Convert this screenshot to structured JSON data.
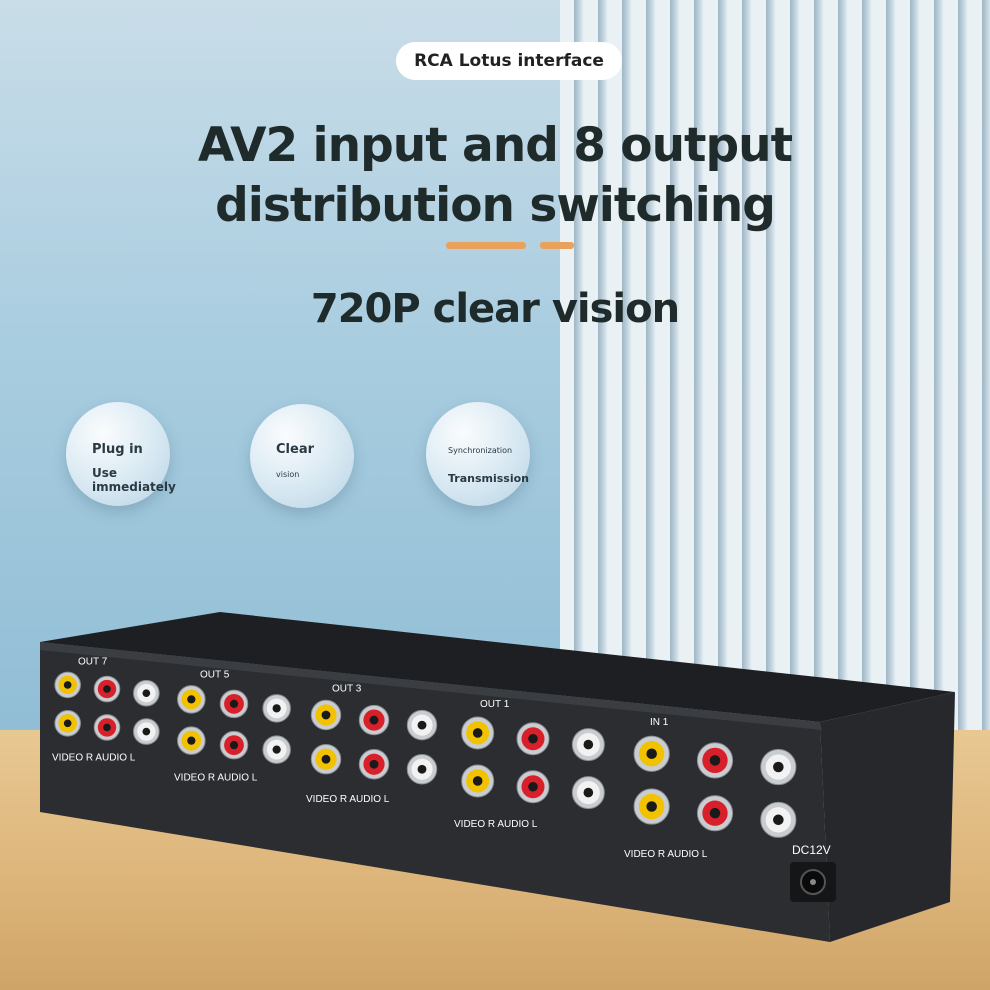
{
  "badge": {
    "text": "RCA Lotus interface"
  },
  "headline": {
    "line1": "AV2 input and 8 output",
    "line2": "distribution switching"
  },
  "subheadline": "720P clear vision",
  "features": [
    {
      "line1": "Plug in",
      "line2": "Use",
      "line3": "immediately"
    },
    {
      "line1": "Clear",
      "line2": "vision"
    },
    {
      "line1": "Synchronization",
      "line2": "Transmission"
    }
  ],
  "device": {
    "group_labels": [
      {
        "top": "OUT",
        "num": "7",
        "bottom": "VIDEO   R  AUDIO  L"
      },
      {
        "top": "OUT",
        "num": "5",
        "bottom": "VIDEO   R  AUDIO  L"
      },
      {
        "top": "OUT",
        "num": "3",
        "bottom": "VIDEO   R  AUDIO  L"
      },
      {
        "top": "OUT",
        "num": "1",
        "bottom": "VIDEO   R  AUDIO  L"
      },
      {
        "top": "IN",
        "num": "1",
        "bottom": "VIDEO   R  AUDIO  L"
      }
    ],
    "power_label": "DC12V"
  },
  "colors": {
    "accent": "#e9a25c",
    "text": "#1f2a2a",
    "video_jack": "#f2c200",
    "audio_right_jack": "#d8202a",
    "audio_left_jack": "#f2f2f2"
  }
}
